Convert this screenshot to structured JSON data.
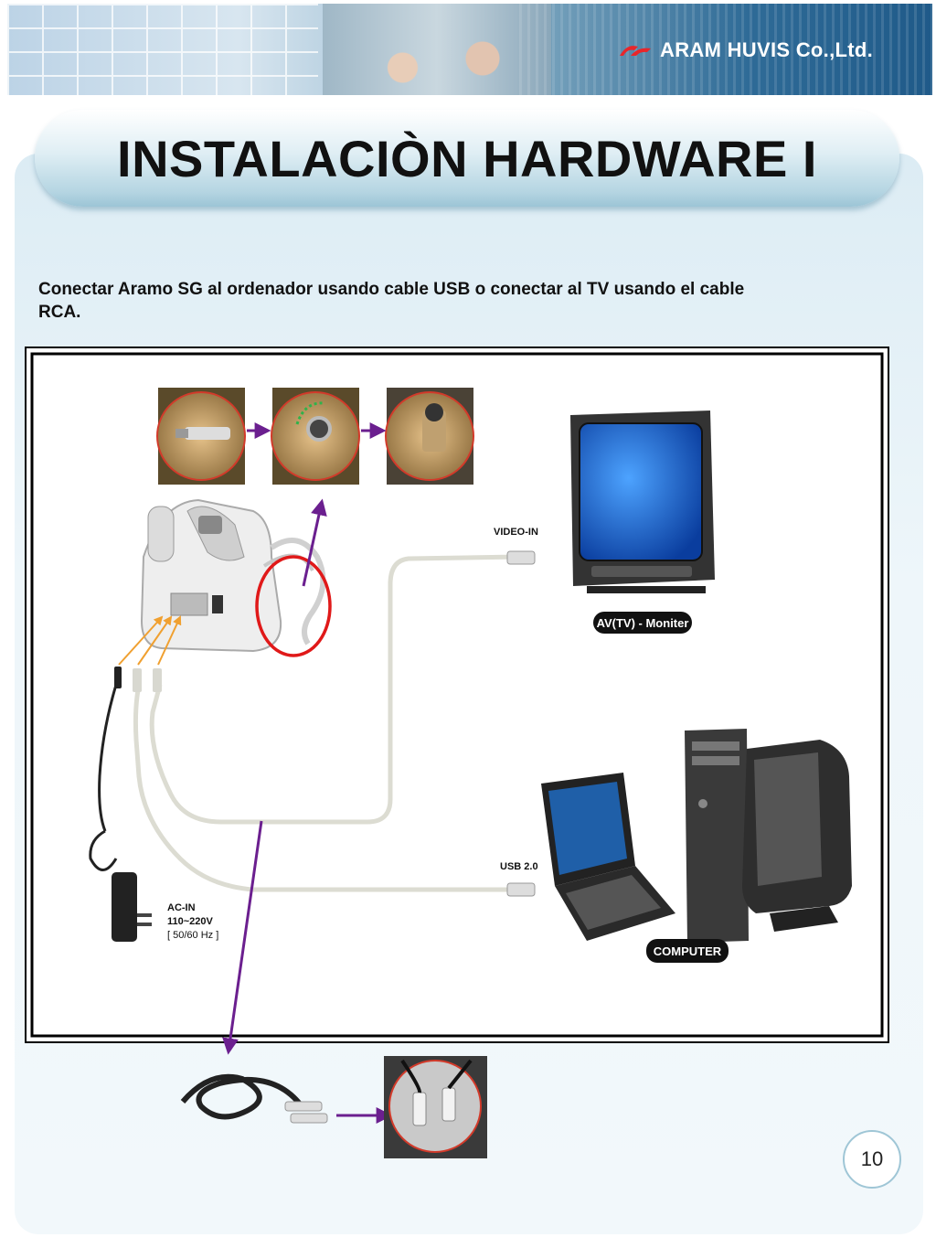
{
  "header": {
    "company": "ARAM HUVIS Co.,Ltd."
  },
  "slide": {
    "title": "INSTALACIÒN HARDWARE I",
    "instructions": "Conectar Aramo SG  al ordenador usando cable USB o conectar al TV usando el cable RCA.",
    "page_number": "10"
  },
  "diagram": {
    "video_in": "VIDEO-IN",
    "tv_label": "AV(TV) - Moniter",
    "usb": "USB 2.0",
    "computer_label": "COMPUTER",
    "ac_in": "AC-IN",
    "voltage": "110~220V",
    "frequency": "[ 50/60 Hz ]"
  },
  "colors": {
    "arrow_purple": "#6b1f8f",
    "highlight_red": "#e01919",
    "orange_arrow": "#f0a030"
  }
}
